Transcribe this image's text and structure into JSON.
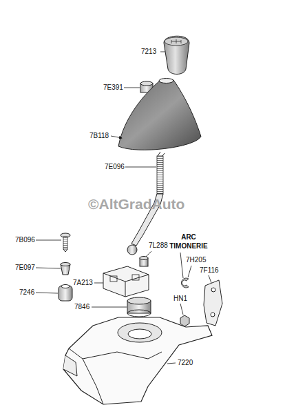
{
  "diagram": {
    "labels": [
      "7213",
      "7E391",
      "7B118",
      "7E096",
      "©AltGradAuto",
      "ARC TIMONERIE",
      "7B096",
      "7L288",
      "7H205",
      "7F116",
      "7E097",
      "7A213",
      "7246",
      "7846",
      "HN1",
      "7220"
    ]
  }
}
